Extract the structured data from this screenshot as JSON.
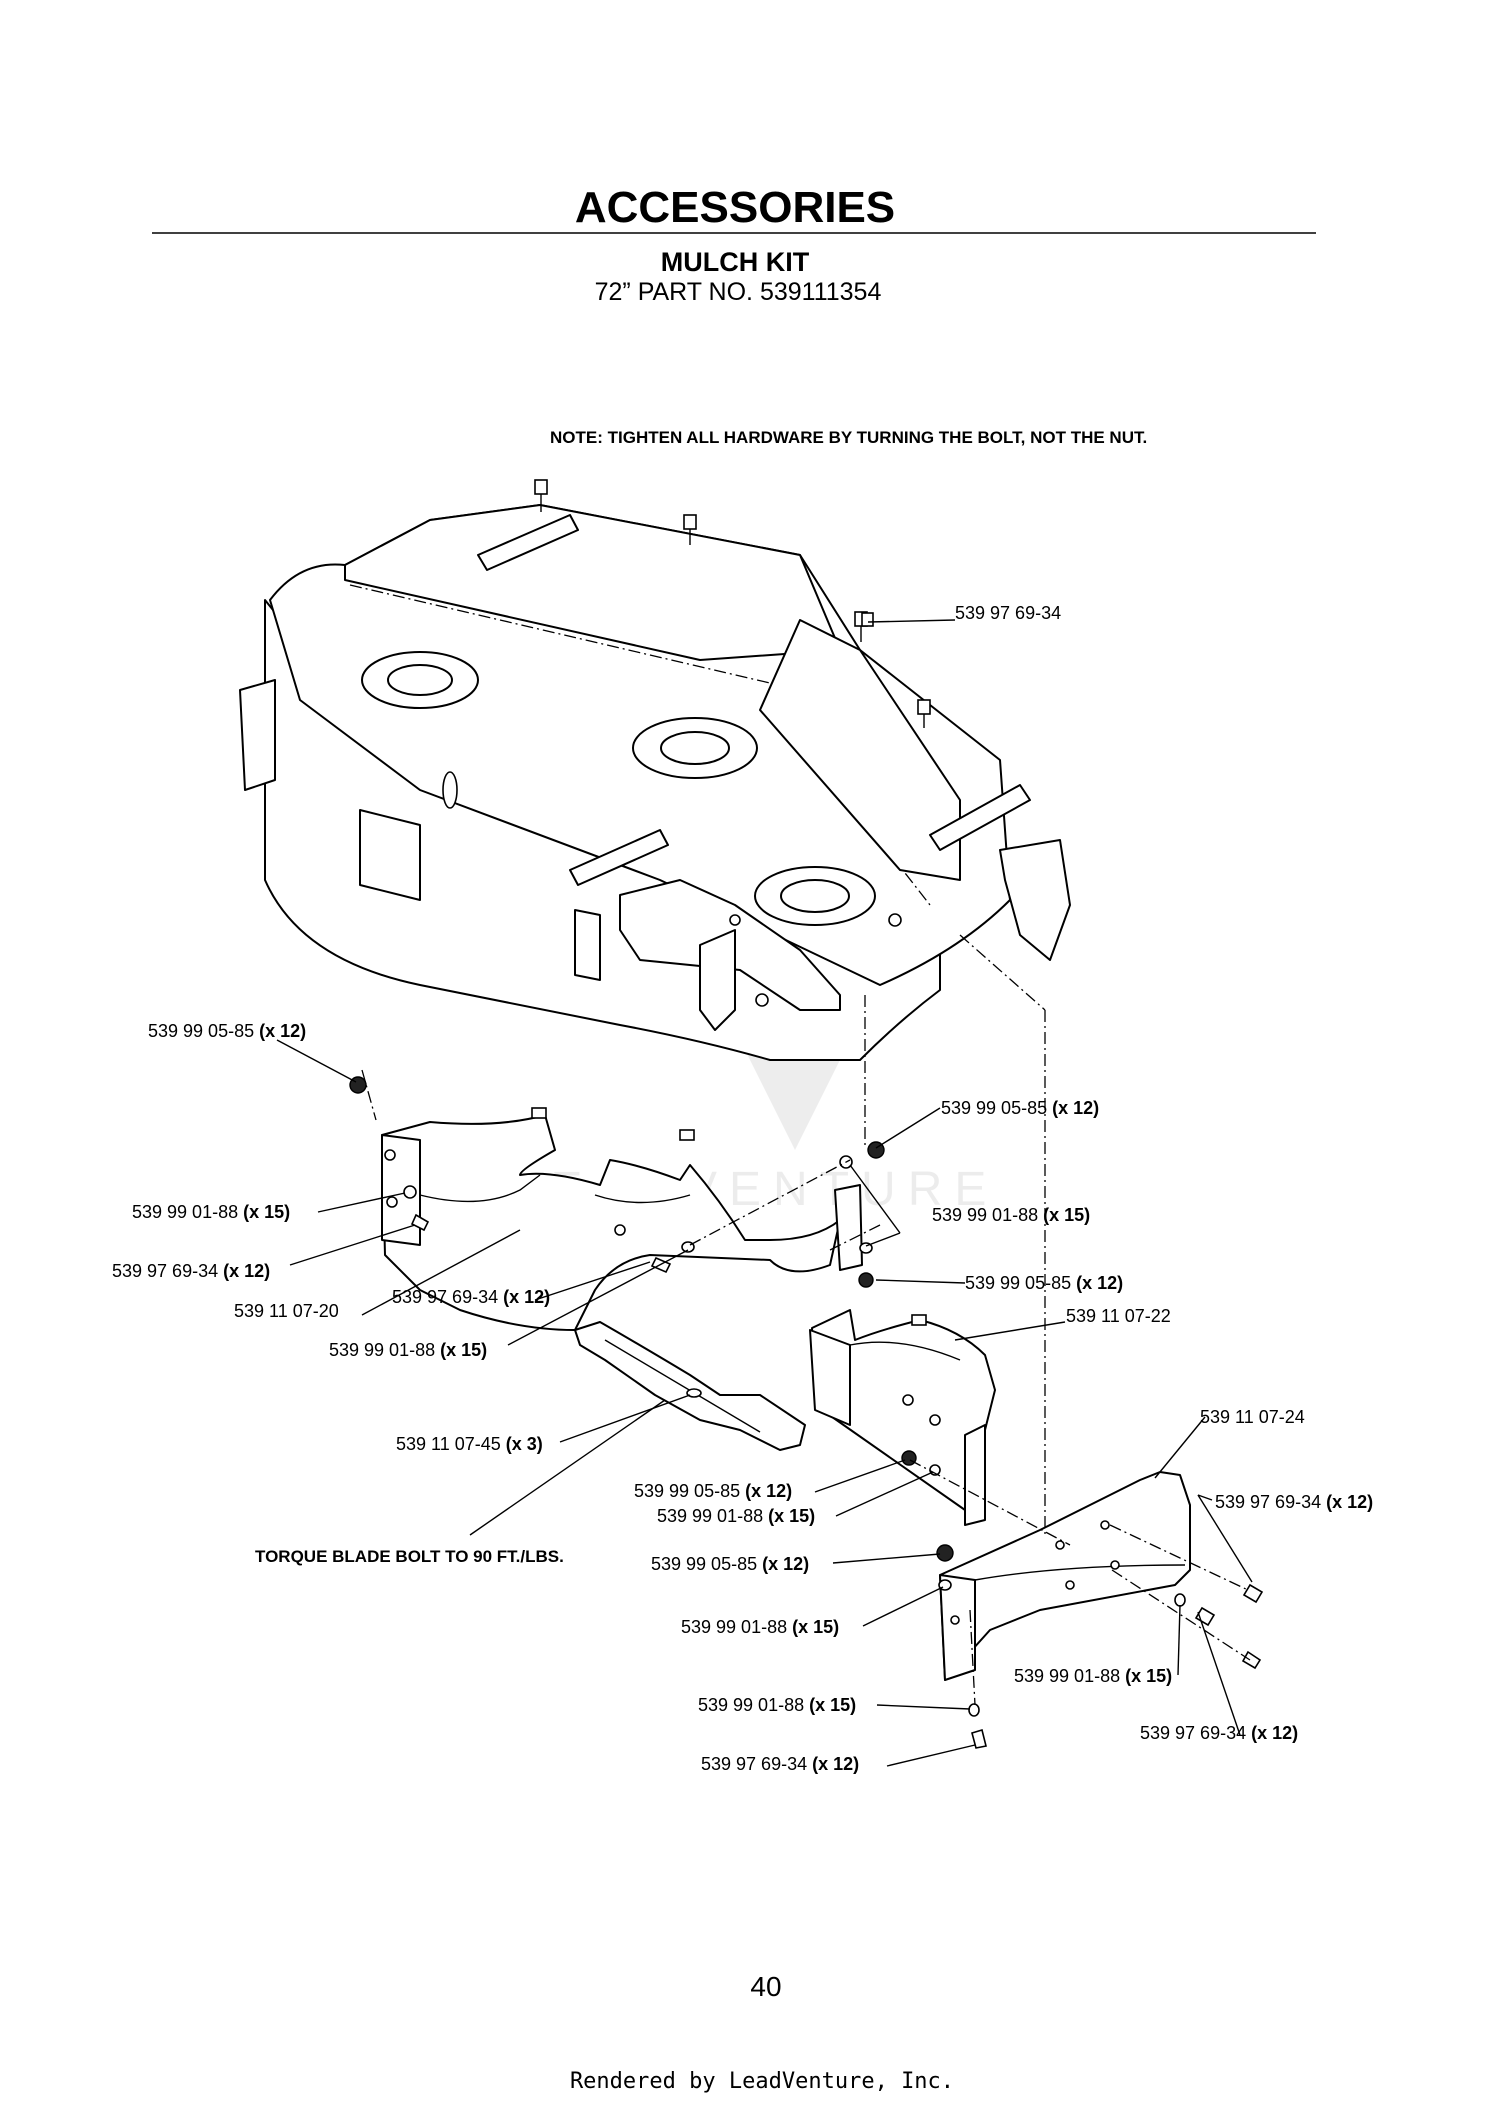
{
  "header": {
    "title": "ACCESSORIES",
    "subtitle": "MULCH KIT",
    "part_number_line": "72” PART NO. 539111354"
  },
  "note": "NOTE: TIGHTEN ALL HARDWARE BY TURNING THE BOLT, NOT THE NUT.",
  "callouts": {
    "c01": {
      "part": "539 97 69-34",
      "qty": ""
    },
    "c02": {
      "part": "539 99 05-85",
      "qty": "(x 12)"
    },
    "c03": {
      "part": "539 99 05-85",
      "qty": "(x 12)"
    },
    "c04": {
      "part": "539 99 01-88",
      "qty": "(x 15)"
    },
    "c05": {
      "part": "539 99 01-88",
      "qty": "(x 15)"
    },
    "c06": {
      "part": "539 97 69-34",
      "qty": "(x 12)"
    },
    "c07": {
      "part": "539 99 05-85",
      "qty": "(x 12)"
    },
    "c08": {
      "part": "539 11 07-20",
      "qty": ""
    },
    "c09": {
      "part": "539 97 69-34",
      "qty": "(x 12)"
    },
    "c10": {
      "part": "539 11 07-22",
      "qty": ""
    },
    "c11": {
      "part": "539 99 01-88",
      "qty": "(x 15)"
    },
    "c12": {
      "part": "539 11 07-24",
      "qty": ""
    },
    "c13": {
      "part": "539 11 07-45",
      "qty": "(x 3)"
    },
    "c14": {
      "part": "539 99 05-85",
      "qty": "(x 12)"
    },
    "c15": {
      "part": "539 97 69-34",
      "qty": "(x 12)"
    },
    "c16": {
      "part": "539 99 01-88",
      "qty": "(x 15)"
    },
    "c17": {
      "part": "539 99 05-85",
      "qty": "(x 12)"
    },
    "c18": {
      "part": "539 99 01-88",
      "qty": "(x 15)"
    },
    "c19": {
      "part": "539 99 01-88",
      "qty": "(x 15)"
    },
    "c20": {
      "part": "539 99 01-88",
      "qty": "(x 15)"
    },
    "c21": {
      "part": "539 97 69-34",
      "qty": "(x 12)"
    },
    "c22": {
      "part": "539 97 69-34",
      "qty": "(x 12)"
    }
  },
  "torque_note": "TORQUE BLADE BOLT TO 90 FT./LBS.",
  "watermark": "LEADVENTURE",
  "page_number": "40",
  "footer": "Rendered by LeadVenture, Inc."
}
